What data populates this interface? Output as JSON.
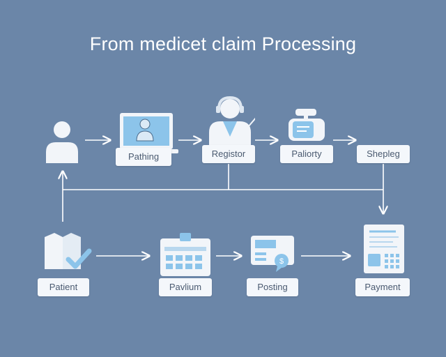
{
  "title": "From medicet claim Processing",
  "nodes": {
    "person": {
      "icon": "person-icon"
    },
    "pathing": {
      "label": "Pathing",
      "icon": "laptop-doctor-icon"
    },
    "registor": {
      "label": "Registor",
      "icon": "staff-with-headset-icon"
    },
    "paliorty": {
      "label": "Paliorty",
      "icon": "id-card-icon"
    },
    "shepleg": {
      "label": "Shepleg"
    },
    "patient": {
      "label": "Patient",
      "icon": "folder-check-icon"
    },
    "pavlium": {
      "label": "Pavlium",
      "icon": "calendar-icon"
    },
    "posting": {
      "label": "Posting",
      "icon": "card-chat-icon"
    },
    "payment": {
      "label": "Payment",
      "icon": "document-form-icon"
    }
  },
  "colors": {
    "background": "#6b86a8",
    "line": "#ffffff",
    "label_bg": "#f4f7fb",
    "accent": "#8cc4ea"
  }
}
